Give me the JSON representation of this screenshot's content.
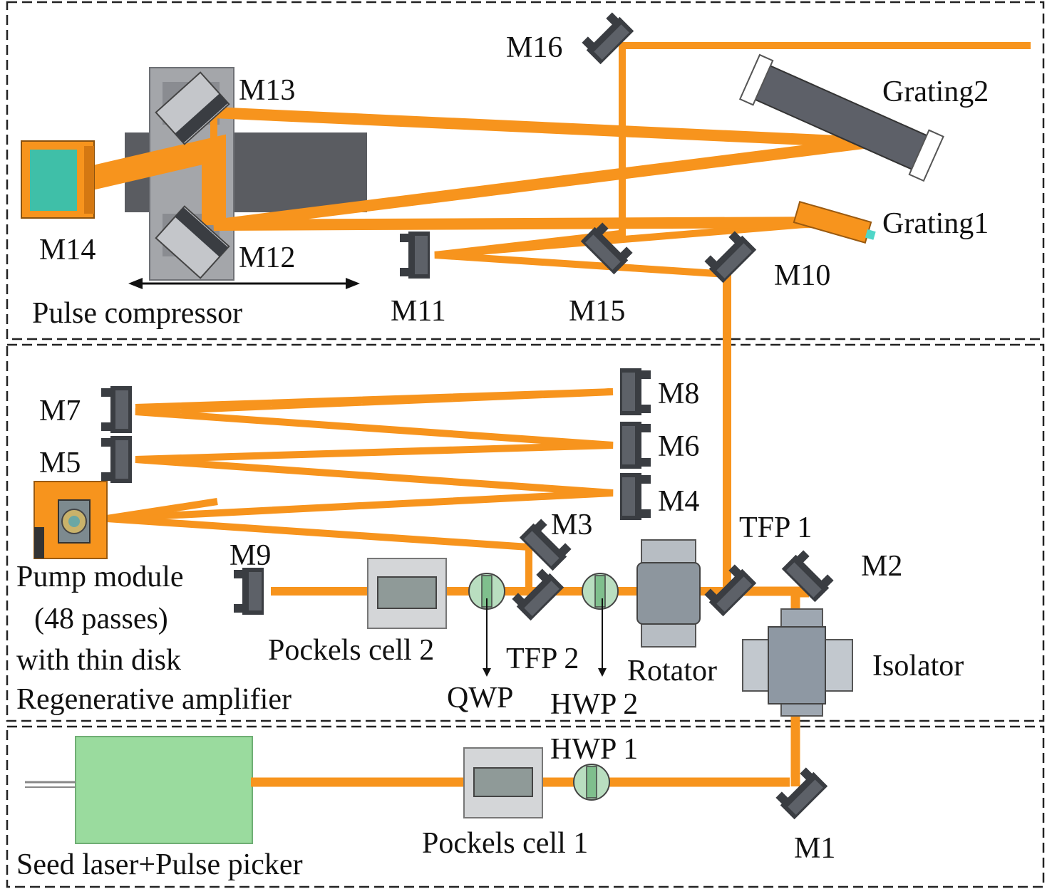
{
  "sections": {
    "compressor": "Pulse compressor",
    "regen": "Regenerative amplifier",
    "seed": "Seed laser+Pulse picker"
  },
  "mirrors": {
    "m1": "M1",
    "m2": "M2",
    "m3": "M3",
    "m4": "M4",
    "m5": "M5",
    "m6": "M6",
    "m7": "M7",
    "m8": "M8",
    "m9": "M9",
    "m10": "M10",
    "m11": "M11",
    "m12": "M12",
    "m13": "M13",
    "m14": "M14",
    "m15": "M15",
    "m16": "M16"
  },
  "components": {
    "grating1": "Grating1",
    "grating2": "Grating2",
    "tfp1": "TFP 1",
    "tfp2": "TFP 2",
    "qwp": "QWP",
    "hwp1": "HWP 1",
    "hwp2": "HWP 2",
    "rotator": "Rotator",
    "isolator": "Isolator",
    "pockels1": "Pockels cell 1",
    "pockels2": "Pockels cell 2"
  },
  "pump": {
    "line1": "Pump module",
    "line2": "(48 passes)",
    "line3": "with thin disk"
  },
  "colors": {
    "beam": "#F7941D",
    "seed_laser": "#9ADB9E",
    "thin_disk_module": "#F7941D",
    "waveplate": "#B9DEC0",
    "pockels_cell": "#9EA7A5",
    "m14_aperture": "#3FBFA8"
  }
}
